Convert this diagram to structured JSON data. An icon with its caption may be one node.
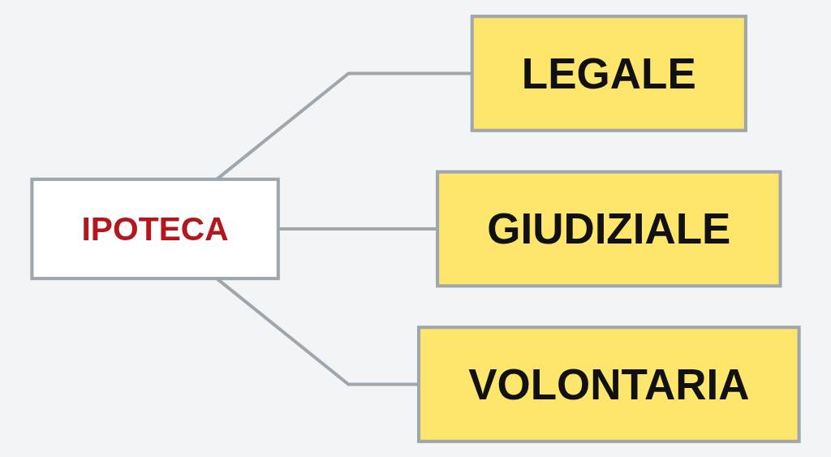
{
  "diagram": {
    "nodes": [
      {
        "text": [
          "IPOTECA"
        ]
      },
      {
        "text": [
          "LEGALE"
        ]
      },
      {
        "text": [
          "GIUDIZIALE"
        ]
      },
      {
        "text": [
          "VOLONTARIA"
        ]
      }
    ],
    "edges": [
      {
        "from": 0,
        "to": 1,
        "arrow": "none"
      },
      {
        "from": 0,
        "to": 2,
        "arrow": "none"
      },
      {
        "from": 0,
        "to": 3,
        "arrow": "none"
      }
    ]
  }
}
